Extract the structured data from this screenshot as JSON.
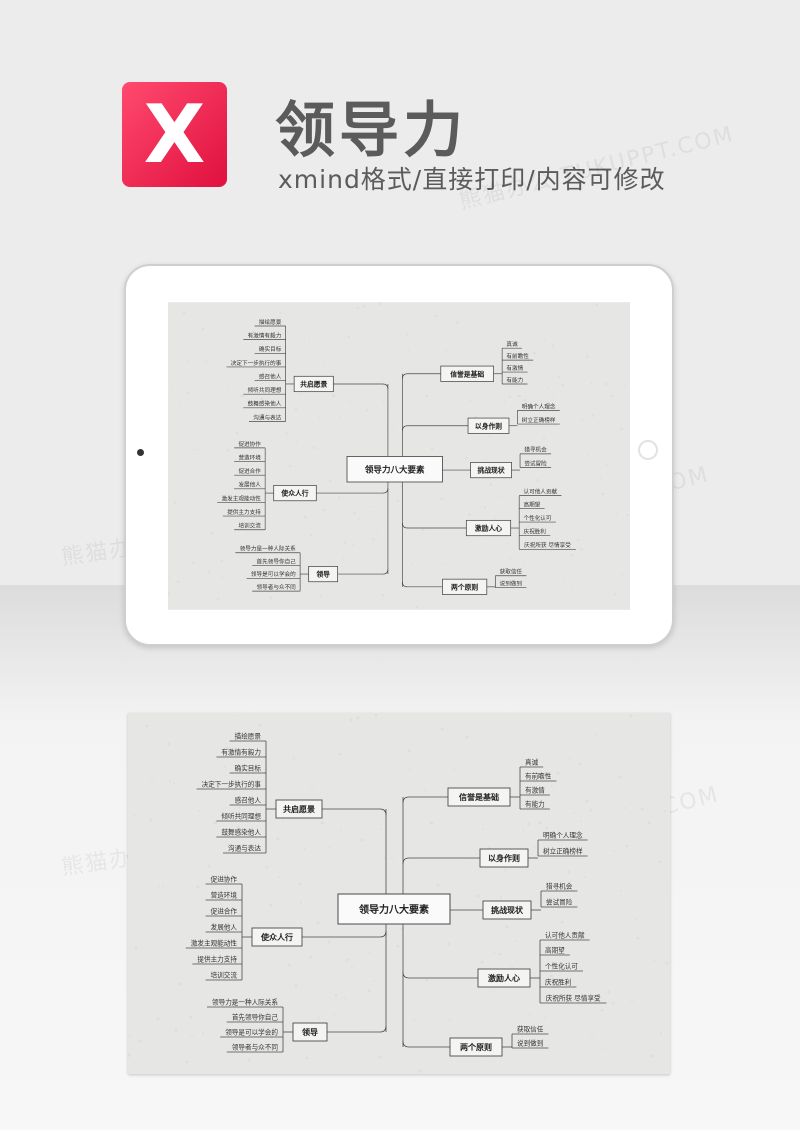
{
  "header": {
    "title": "领导力",
    "subtitle": "xmind格式/直接打印/内容可修改",
    "logo_glyph": "X",
    "logo_color": "#f0244f"
  },
  "watermark": "熊猫办公 TUKUPPT.COM",
  "mindmap": {
    "center": "领导力八大要素",
    "branches": [
      {
        "label": "共启愿景",
        "items": [
          "描绘愿景",
          "有激情有毅力",
          "确实目标",
          "决定下一步执行的事",
          "感召他人",
          "倾听共同理想",
          "鼓舞感染他人",
          "沟通与表达"
        ]
      },
      {
        "label": "使众人行",
        "items": [
          "促进协作",
          "营造环境",
          "促进合作",
          "发展他人",
          "激发主观能动性",
          "提供主力支持",
          "培训交流"
        ]
      },
      {
        "label": "领导",
        "items": [
          "领导力是一种人际关系",
          "首先领导你自己",
          "领导是可以学会的",
          "领导者与众不同"
        ]
      },
      {
        "label": "信誉是基础",
        "items": [
          "真诚",
          "有前瞻性",
          "有激情",
          "有能力"
        ]
      },
      {
        "label": "以身作则",
        "items": [
          "明确个人理念",
          "树立正确榜样"
        ]
      },
      {
        "label": "挑战现状",
        "items": [
          "猎寻机会",
          "尝试冒险"
        ]
      },
      {
        "label": "激励人心",
        "items": [
          "认可他人贡献",
          "高期望",
          "个性化认可",
          "庆祝胜利",
          "庆祝所获 尽情享受"
        ]
      },
      {
        "label": "两个原则",
        "items": [
          "获取信任",
          "说到做到"
        ]
      }
    ]
  },
  "colors": {
    "page_bg": "#ececec",
    "sheet_bg": "#e6e6e4",
    "line": "#4a4a4a",
    "text": "#333333"
  }
}
